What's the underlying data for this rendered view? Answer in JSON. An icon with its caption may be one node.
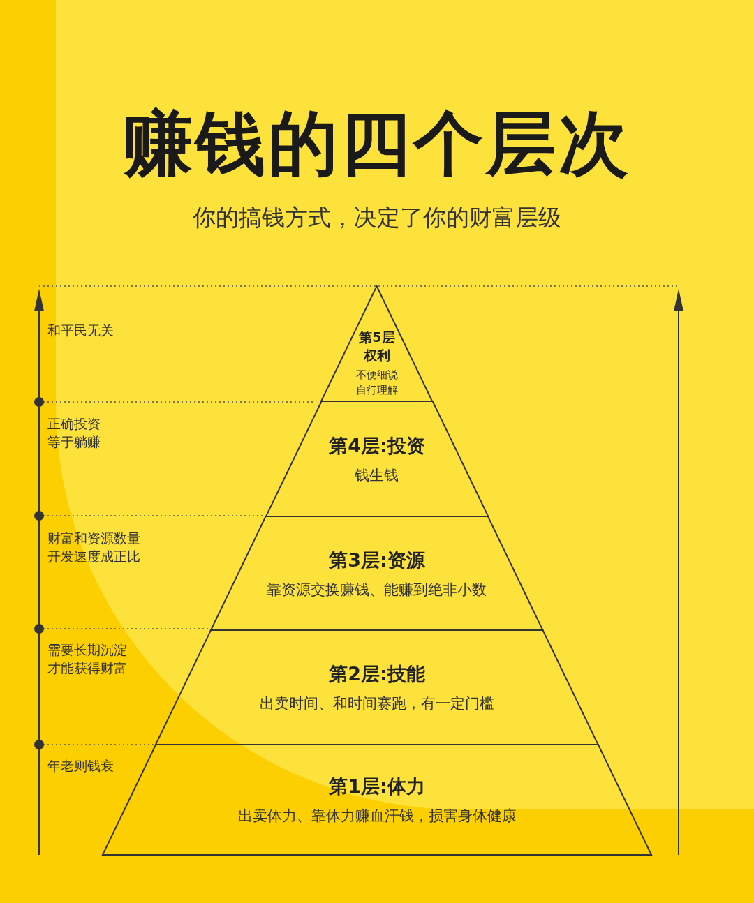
{
  "diagram": {
    "title": "赚钱的四个层次",
    "nodes": [
      {
        "text": [
          "第5层权利",
          "不便细说自行理解"
        ]
      },
      {
        "text": [
          "第4层:投资",
          "钱生钱"
        ]
      },
      {
        "text": [
          "第3层:资源",
          "靠资源交换赚钱、能赚到绝非小数"
        ]
      },
      {
        "text": [
          "第2层:技能",
          "出卖时间、和时间赛跑，有一定门槛"
        ]
      },
      {
        "text": [
          "第1层:体力",
          "出卖体力、靠体力赚血汗钱，损害身体健康"
        ]
      }
    ],
    "edges": [],
    "labels": [
      "你的搞钱方式，决定了你的财富层级",
      "和平民无关",
      "正确投资等于躺赚",
      "财富和资源数量开发速度成正比",
      "需要长期沉淀才能获得财富",
      "年老则钱衰"
    ]
  }
}
